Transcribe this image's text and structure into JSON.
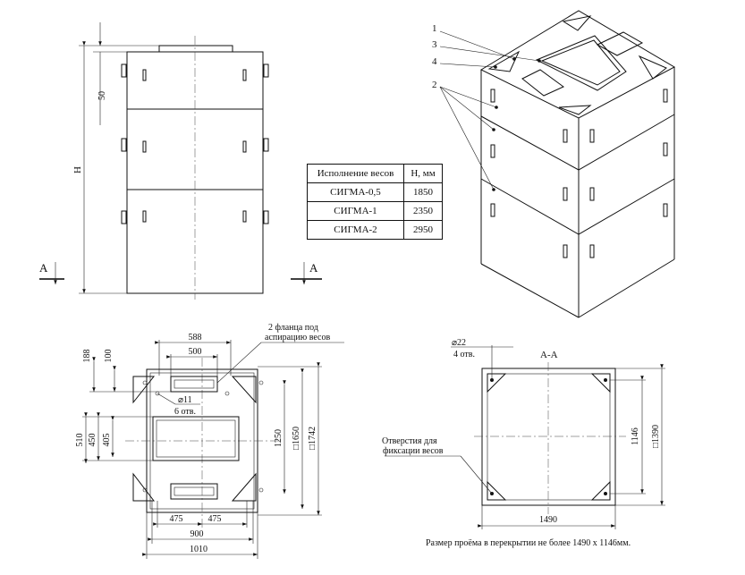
{
  "table": {
    "header_col1": "Исполнение весов",
    "header_col2": "Н, мм",
    "rows": [
      {
        "name": "СИГМА-0,5",
        "h": "1850"
      },
      {
        "name": "СИГМА-1",
        "h": "2350"
      },
      {
        "name": "СИГМА-2",
        "h": "2950"
      }
    ]
  },
  "front": {
    "dim_50": "50",
    "dim_H": "H",
    "section_left": "A",
    "section_right": "A"
  },
  "iso": {
    "labels": [
      "1",
      "3",
      "4",
      "2"
    ]
  },
  "plan": {
    "dim_588": "588",
    "dim_500": "500",
    "dim_188": "188",
    "dim_100": "100",
    "note_flanges_1": "2 фланца под",
    "note_flanges_2": "аспирацию весов",
    "hole_d": "⌀11",
    "hole_n": "6 отв.",
    "dim_510": "510",
    "dim_450": "450",
    "dim_405": "405",
    "dim_1250": "1250",
    "dim_1650": "□1650",
    "dim_1742": "□1742",
    "dim_475a": "475",
    "dim_475b": "475",
    "dim_900": "900",
    "dim_1010": "1010"
  },
  "section": {
    "title": "А-А",
    "hole_d": "⌀22",
    "hole_n": "4 отв.",
    "note_1": "Отверстия для",
    "note_2": "фиксации весов",
    "dim_1146": "1146",
    "dim_1390": "□1390",
    "dim_1490": "1490",
    "footnote": "Размер проёма в перекрытии не более 1490 х 1146мм."
  }
}
